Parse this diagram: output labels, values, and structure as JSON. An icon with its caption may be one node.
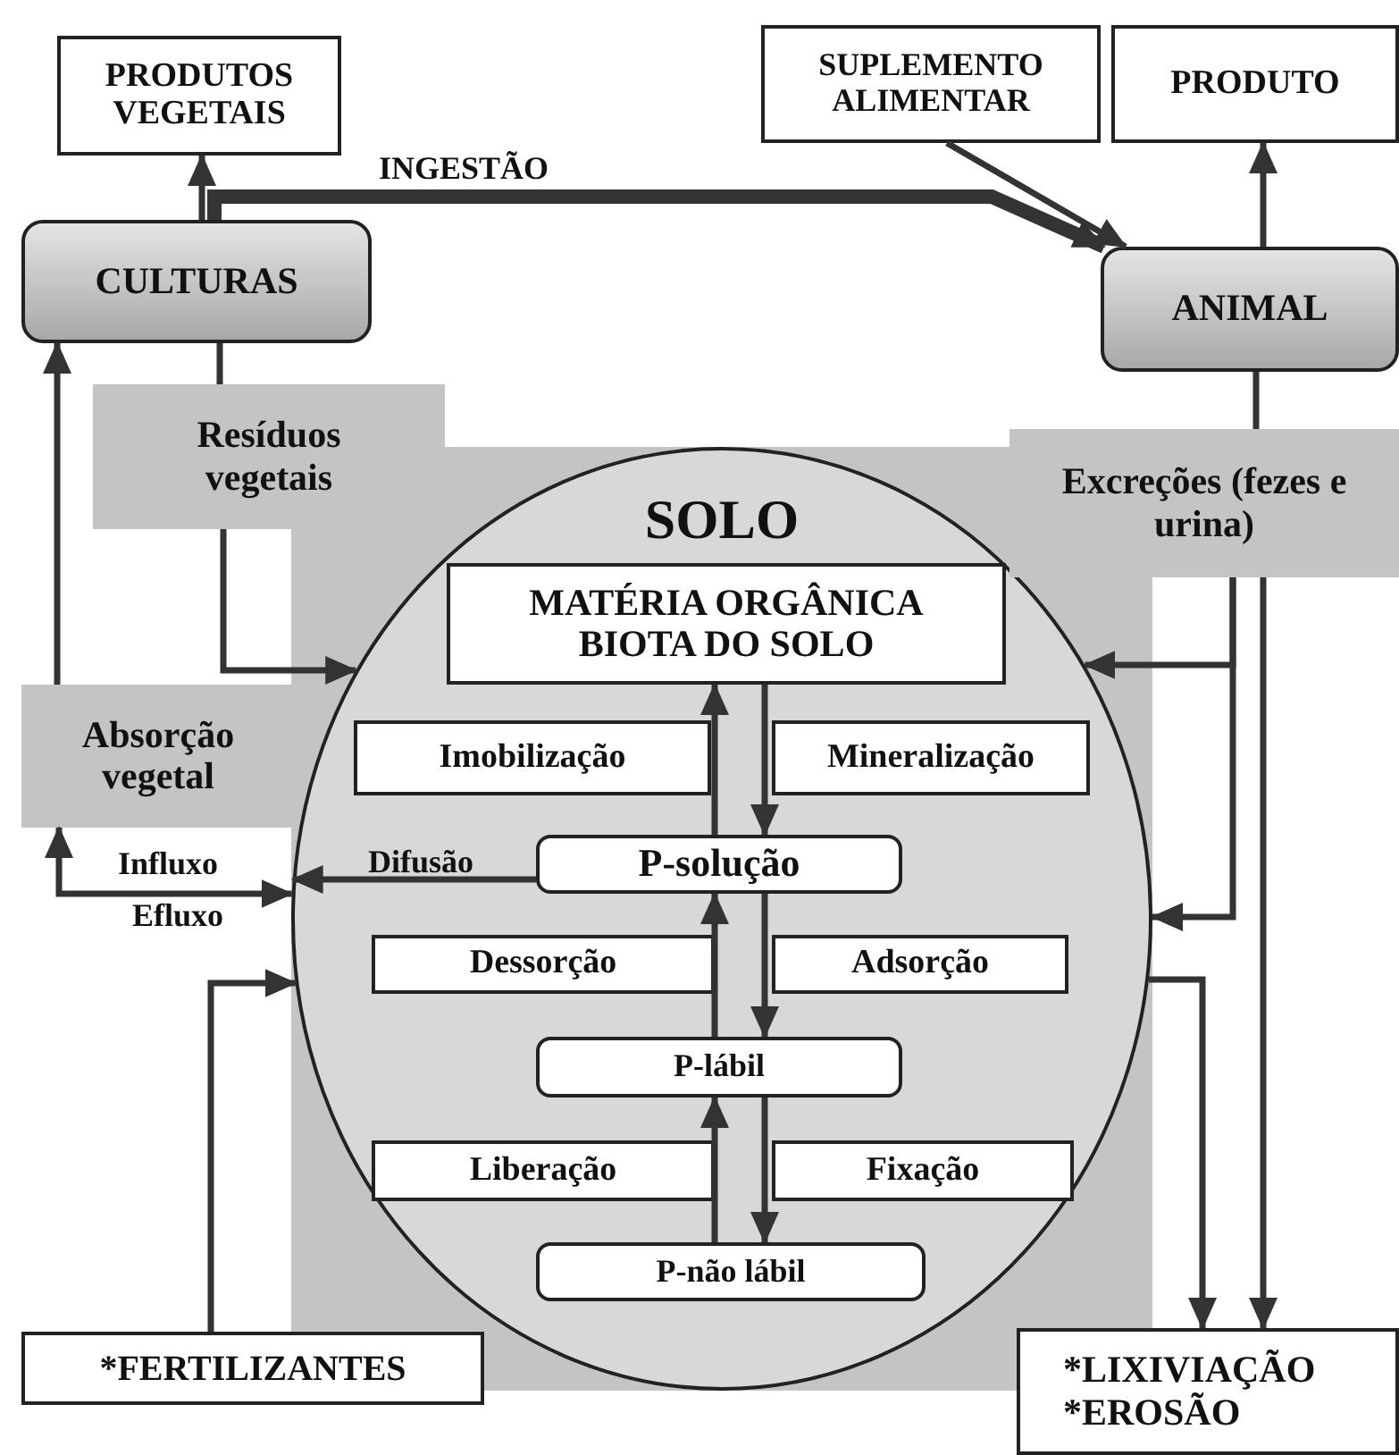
{
  "diagram": {
    "nodes": [
      {
        "text": [
          "PRODUTOS VEGETAIS"
        ]
      },
      {
        "text": [
          "SUPLEMENTO ALIMENTAR"
        ]
      },
      {
        "text": [
          "PRODUTO"
        ]
      },
      {
        "text": [
          "CULTURAS"
        ]
      },
      {
        "text": [
          "ANIMAL"
        ]
      },
      {
        "text": [
          "Resíduos vegetais"
        ]
      },
      {
        "text": [
          "SOLO"
        ]
      },
      {
        "text": [
          "Excreções (fezes e urina)"
        ]
      },
      {
        "text": [
          "MATÉRIA ORGÂNICA BIOTA DO SOLO"
        ],
        "in": 6
      },
      {
        "text": [
          "Absorção vegetal"
        ]
      },
      {
        "text": [
          "Imobilização"
        ],
        "in": 6
      },
      {
        "text": [
          "Mineralização"
        ],
        "in": 6
      },
      {
        "text": [
          "P-solução"
        ],
        "in": 6
      },
      {
        "text": [
          "Dessorção"
        ],
        "in": 6
      },
      {
        "text": [
          "Adsorção"
        ],
        "in": 6
      },
      {
        "text": [
          "P-lábil"
        ],
        "in": 6
      },
      {
        "text": [
          "Liberação"
        ],
        "in": 6
      },
      {
        "text": [
          "Fixação"
        ],
        "in": 6
      },
      {
        "text": [
          "P-não lábil"
        ],
        "in": 6
      },
      {
        "text": [
          "*FERTILIZANTES"
        ]
      },
      {
        "text": [
          "*LIXIVIAÇÃO",
          "*EROSÃO"
        ]
      }
    ],
    "edges": [
      {
        "from": 3,
        "to": 0,
        "arrow": "to"
      },
      {
        "from": 3,
        "to": 4,
        "arrow": "to",
        "label": "INGESTÃO",
        "style": "thick"
      },
      {
        "from": 1,
        "to": 4,
        "arrow": "to"
      },
      {
        "from": 4,
        "to": 2,
        "arrow": "to"
      },
      {
        "from": 3,
        "to": 5,
        "arrow": "none"
      },
      {
        "from": 5,
        "to": 6,
        "arrow": "to"
      },
      {
        "from": 9,
        "to": 3,
        "arrow": "to"
      },
      {
        "from": 4,
        "to": 7,
        "arrow": "none"
      },
      {
        "from": 7,
        "to": 6,
        "arrow": "to"
      },
      {
        "from": 7,
        "to": 6,
        "arrow": "to"
      },
      {
        "from": 7,
        "to": 20,
        "arrow": "to"
      },
      {
        "from": 6,
        "to": 20,
        "arrow": "to"
      },
      {
        "from": 19,
        "to": 6,
        "arrow": "to"
      },
      {
        "from": 12,
        "to": 8,
        "arrow": "to"
      },
      {
        "from": 8,
        "to": 12,
        "arrow": "to"
      },
      {
        "from": 12,
        "to": 6,
        "arrow": "to",
        "label": "Difusão"
      },
      {
        "from": 9,
        "to": 6,
        "arrow": "both",
        "label": "Influxo"
      },
      {
        "from": 15,
        "to": 12,
        "arrow": "to"
      },
      {
        "from": 12,
        "to": 15,
        "arrow": "to"
      },
      {
        "from": 18,
        "to": 15,
        "arrow": "to"
      },
      {
        "from": 15,
        "to": 18,
        "arrow": "to"
      }
    ],
    "labels": [
      "Efluxo"
    ]
  }
}
